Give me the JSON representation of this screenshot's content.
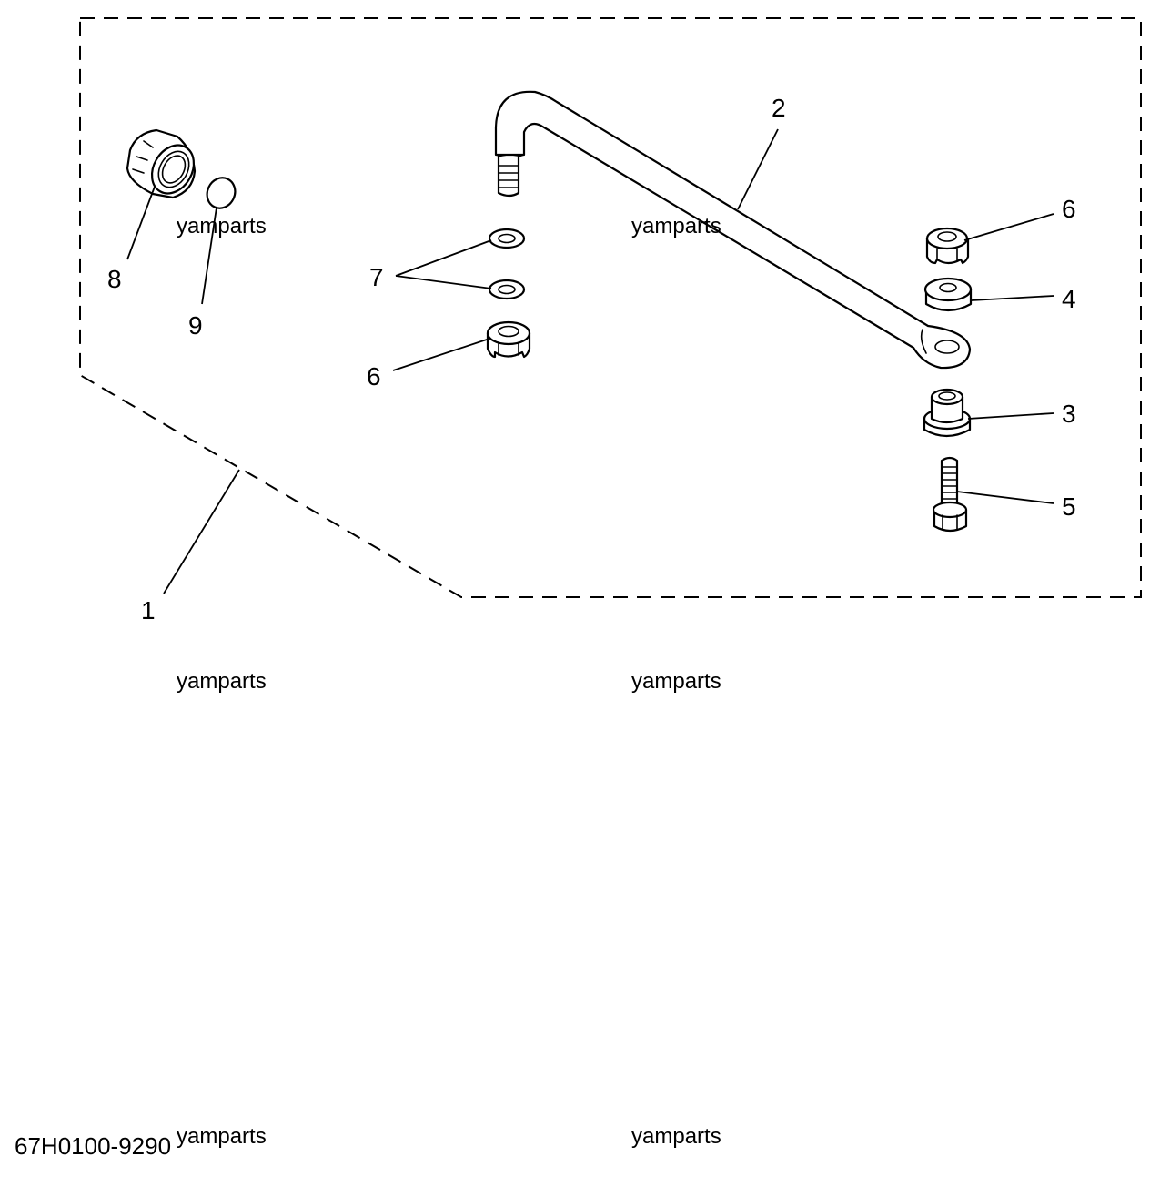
{
  "diagram": {
    "callouts": [
      {
        "id": "c1",
        "label": "1"
      },
      {
        "id": "c2",
        "label": "2"
      },
      {
        "id": "c3",
        "label": "3"
      },
      {
        "id": "c4",
        "label": "4"
      },
      {
        "id": "c5",
        "label": "5"
      },
      {
        "id": "c6a",
        "label": "6"
      },
      {
        "id": "c6b",
        "label": "6"
      },
      {
        "id": "c7",
        "label": "7"
      },
      {
        "id": "c8",
        "label": "8"
      },
      {
        "id": "c9",
        "label": "9"
      }
    ],
    "watermark": "yamparts",
    "drawing_code": "67H0100-9290"
  }
}
